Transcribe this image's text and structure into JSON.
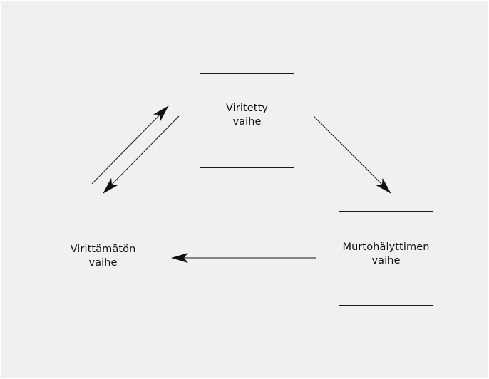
{
  "diagram": {
    "nodes": [
      {
        "id": "unarmed",
        "lines": [
          "Virittämätön",
          "vaihe"
        ]
      },
      {
        "id": "armed",
        "lines": [
          "Viritetty",
          "vaihe"
        ]
      },
      {
        "id": "alarm",
        "lines": [
          "Murtohälyttimen",
          "vaihe"
        ]
      }
    ],
    "edges": [
      {
        "from": "unarmed",
        "to": "armed"
      },
      {
        "from": "armed",
        "to": "unarmed"
      },
      {
        "from": "armed",
        "to": "alarm"
      },
      {
        "from": "alarm",
        "to": "unarmed"
      }
    ]
  },
  "colors": {
    "background": "#eff0ef",
    "stroke": "#1a1a1a",
    "text": "#111111"
  }
}
